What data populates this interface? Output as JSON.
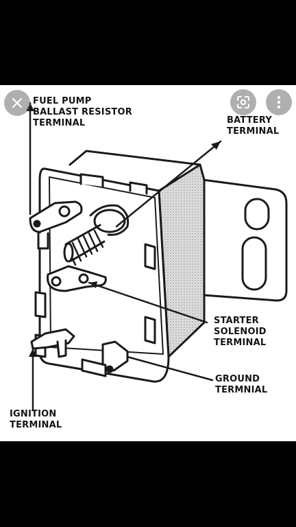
{
  "viewer": {
    "close_icon": "close-icon",
    "lens_icon": "google-lens-icon",
    "more_icon": "more-vert-icon"
  },
  "diagram": {
    "labels": {
      "fuel_pump": "FUEL PUMP\nBALLAST RESISTOR\nTERMINAL",
      "battery": "BATTERY\nTERMINAL",
      "starter": "STARTER\nSOLENOID\nTERMINAL",
      "ground": "GROUND\nTERMNIAL",
      "ignition": "IGNITION\nTERMINAL"
    }
  }
}
